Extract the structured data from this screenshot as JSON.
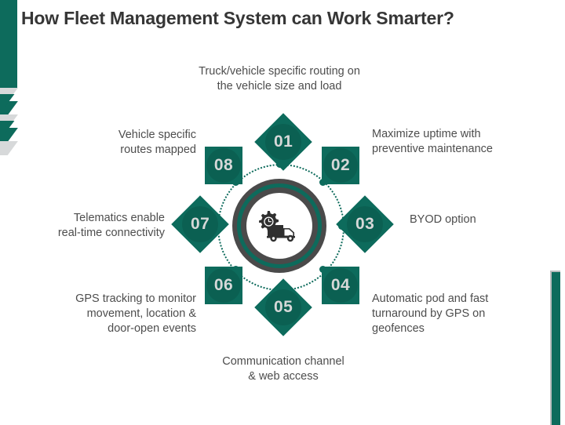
{
  "page": {
    "title": "How Fleet Management System can Work Smarter?",
    "accent_color": "#0d6b5c",
    "ring_dark_color": "#4a4a4a",
    "badge_number_color": "#d6d8d8",
    "text_color": "#4d4d4d",
    "background": "#ffffff"
  },
  "center": {
    "icon": "truck-gear-icon"
  },
  "items": [
    {
      "number": "01",
      "shape": "diamond",
      "position": "top",
      "label": "Truck/vehicle specific routing on\nthe vehicle size and load"
    },
    {
      "number": "02",
      "shape": "square",
      "position": "top-right",
      "label": "Maximize uptime with\npreventive maintenance"
    },
    {
      "number": "03",
      "shape": "diamond",
      "position": "right",
      "label": "BYOD option"
    },
    {
      "number": "04",
      "shape": "square",
      "position": "bottom-right",
      "label": "Automatic pod and fast\nturnaround by GPS on\ngeofences"
    },
    {
      "number": "05",
      "shape": "diamond",
      "position": "bottom",
      "label": "Communication channel\n& web access"
    },
    {
      "number": "06",
      "shape": "square",
      "position": "bottom-left",
      "label": "GPS tracking to monitor\nmovement, location &\ndoor-open events"
    },
    {
      "number": "07",
      "shape": "diamond",
      "position": "left",
      "label": "Telematics enable\nreal-time connectivity"
    },
    {
      "number": "08",
      "shape": "square",
      "position": "top-left",
      "label": "Vehicle specific\nroutes mapped"
    }
  ],
  "decorations": {
    "left_bar": "teal-vertical-bar",
    "left_stripes": "angled-chevron-stripes",
    "right_bar": "teal-vertical-bar-outlined"
  }
}
